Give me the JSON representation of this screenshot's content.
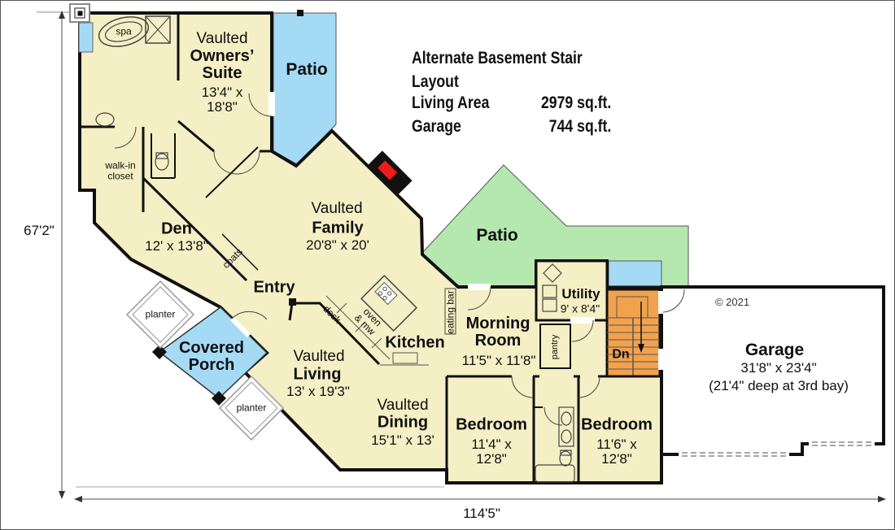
{
  "title_block": {
    "line1": "Alternate Basement Stair Layout",
    "living_area_label": "Living Area",
    "living_area_value": "2979 sq.ft.",
    "garage_label": "Garage",
    "garage_value": "744 sq.ft."
  },
  "dimensions": {
    "left": "67'2\"",
    "bottom": "114'5\""
  },
  "copyright": "© 2021",
  "rooms": {
    "owners_suite": {
      "prefix": "Vaulted",
      "name": "Owners’ Suite",
      "dims": "13'4\" x 18'8\""
    },
    "patio_upper": {
      "name": "Patio"
    },
    "patio_rear": {
      "name": "Patio"
    },
    "den": {
      "name": "Den",
      "dims": "12' x 13'8\""
    },
    "entry": {
      "name": "Entry"
    },
    "family": {
      "prefix": "Vaulted",
      "name": "Family",
      "dims": "20'8\" x 20'"
    },
    "kitchen": {
      "name": "Kitchen"
    },
    "morning_room": {
      "name": "Morning Room",
      "dims": "11'5\" x 11'8\""
    },
    "utility": {
      "name": "Utility",
      "dims": "9' x 8'4\""
    },
    "living": {
      "prefix": "Vaulted",
      "name": "Living",
      "dims": "13' x 19'3\""
    },
    "dining": {
      "prefix": "Vaulted",
      "name": "Dining",
      "dims": "15'1\" x 13'"
    },
    "bedroom_left": {
      "name": "Bedroom",
      "dims": "11'4\" x 12'8\""
    },
    "bedroom_right": {
      "name": "Bedroom",
      "dims": "11'6\" x 12'8\""
    },
    "garage": {
      "name": "Garage",
      "dims": "31'8\" x 23'4\"",
      "note": "(21'4\" deep at 3rd bay)"
    },
    "covered_porch": {
      "name": "Covered Porch"
    },
    "stairs": {
      "label": "Dn"
    }
  },
  "fixtures": {
    "spa": "spa",
    "walk_in_closet": "walk-in closet",
    "coats": "coats",
    "desk": "desk",
    "oven_mw": "oven & mw",
    "eating_bar": "eating bar",
    "pantry": "pantry",
    "planter_upper": "planter",
    "planter_lower": "planter"
  },
  "colors": {
    "room_fill": "#F5EFC5",
    "patio_blue": "#A5DAF5",
    "patio_green": "#B5E8AE",
    "stair_orange": "#F2A24D",
    "wall": "#111111",
    "garage_fill": "#FFFFFF",
    "fireplace_red": "#EE1C19"
  }
}
